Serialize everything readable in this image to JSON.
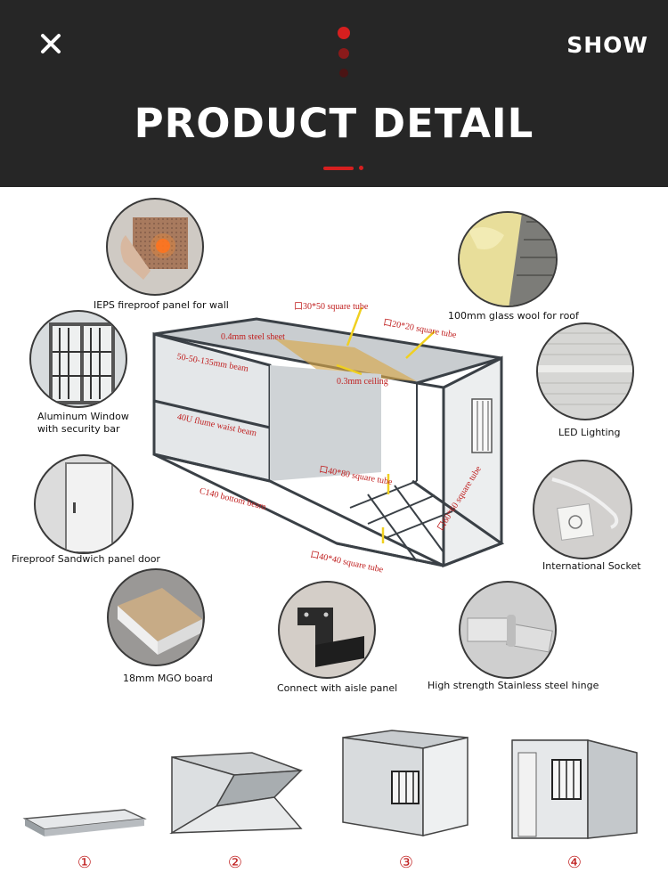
{
  "header": {
    "close_icon": "close-icon",
    "show_label": "SHOW",
    "title": "PRODUCT DETAIL",
    "accent": "#d61f1f",
    "background": "#262626"
  },
  "features": {
    "eps_panel": "IEPS fireproof panel for wall",
    "glass_wool": "100mm glass wool for roof",
    "window": "Aluminum Window with security bar",
    "led": "LED Lighting",
    "door": "Fireproof Sandwich panel door",
    "socket": "International Socket",
    "mgo": "18mm MGO board",
    "aisle": "Connect with aisle panel",
    "hinge": "High strength Stainless steel hinge"
  },
  "diagram_labels": {
    "square_tube_30_50": "口30*50 square tube",
    "square_tube_20_20": "口20*20 square tube",
    "steel_sheet": "0.4mm steel sheet",
    "beam": "50-50-135mm beam",
    "ceiling": "0.3mm ceiling",
    "waist_beam": "40U flume waist beam",
    "floor_tube": "口40*80 square tube",
    "bottom_beam": "C140 bottom beam",
    "square_tube_40_40": "口40*40 square tube",
    "square_tube_60_60": "口60*60 square tube"
  },
  "steps": [
    "①",
    "②",
    "③",
    "④"
  ]
}
